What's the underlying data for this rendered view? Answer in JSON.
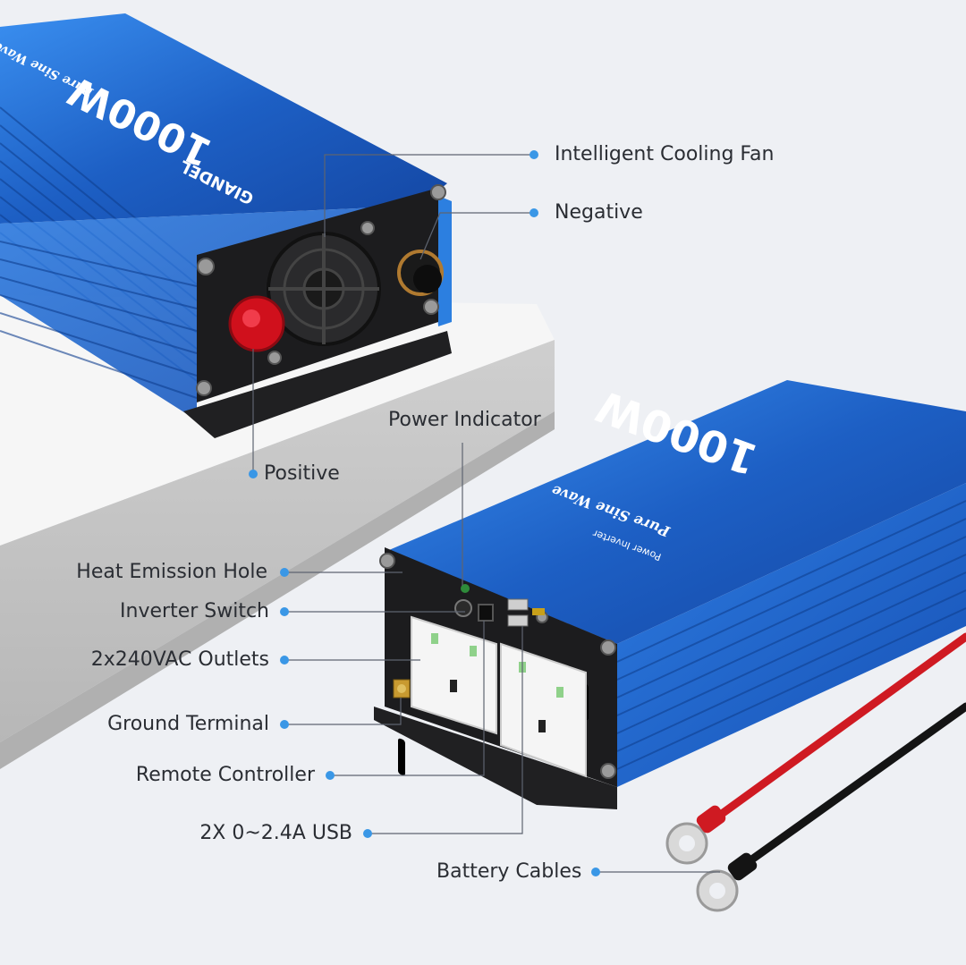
{
  "product": {
    "brand_text": "GIANDEL",
    "wattage_text": "1000W",
    "type_text": "Pure Sine Wave",
    "subtitle_text": "Power Inverter"
  },
  "callouts": {
    "cooling_fan": "Intelligent  Cooling Fan",
    "negative": "Negative",
    "positive": "Positive",
    "power_indicator": "Power Indicator",
    "heat_emission_hole": "Heat Emission Hole",
    "inverter_switch": "Inverter Switch",
    "outlets": "2x240VAC Outlets",
    "ground_terminal": "Ground Terminal",
    "remote_controller": "Remote Controller",
    "usb": "2X 0~2.4A USB",
    "battery_cables": "Battery Cables"
  },
  "colors": {
    "background": "#eef0f4",
    "casing_blue": "#1f63c8",
    "casing_highlight": "#4aa3f0",
    "panel_black": "#1c1c1e",
    "positive_red": "#d0101c",
    "dot_accent": "#3a97e6",
    "line": "#5e6470",
    "shelf_top": "#f3f3f3",
    "shelf_side": "#c4c4c4"
  },
  "icons": [
    "fan-icon",
    "outlet-icon",
    "usb-port-icon",
    "ring-terminal-icon"
  ]
}
